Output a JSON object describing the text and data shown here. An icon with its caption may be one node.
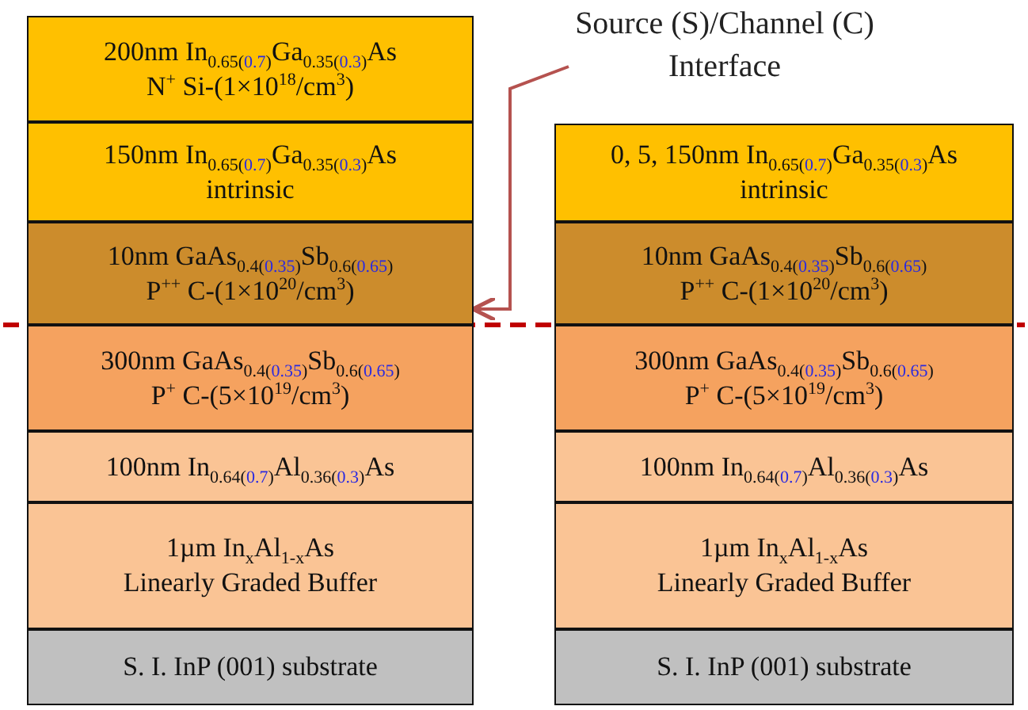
{
  "diagram": {
    "nodes": [
      {
        "text": [
          "200nm In$_{0.65(0.7)}$Ga$_{0.35(0.3)}$As",
          "N$^{+}$ Si-(1×10$^{18}$/cm$^{3}$)"
        ]
      },
      {
        "text": [
          "150nm In$_{0.65(0.7)}$Ga$_{0.35(0.3)}$As",
          "intrinsic"
        ]
      },
      {
        "text": [
          "10nm GaAs$_{0.4(0.35)}$Sb$_{0.6(0.65)}$",
          "P$^{++}$ C-(1×10$^{20}$/cm$^{3}$)"
        ]
      },
      {
        "text": [
          "300nm GaAs$_{0.4(0.35)}$Sb$_{0.6(0.65)}$",
          "P$^{+}$ C-(5×10$^{19}$/cm$^{3}$)"
        ]
      },
      {
        "text": [
          "100nm In$_{0.64(0.7)}$Al$_{0.36(0.3)}$As"
        ]
      },
      {
        "text": [
          "1µm In$_{x}$Al$_{1-x}$As",
          "Linearly Graded Buffer"
        ]
      },
      {
        "text": [
          "S. I. InP (001) substrate"
        ]
      },
      {
        "text": [
          "Source (S)/Channel (C) Interface"
        ]
      },
      {
        "text": [
          "0, 5, 150nm In$_{0.65(0.7)}$Ga$_{0.35(0.3)}$As",
          "intrinsic"
        ]
      },
      {
        "text": [
          "10nm GaAs$_{0.4(0.35)}$Sb$_{0.6(0.65)}$",
          "P$^{++}$ C-(1×10$^{20}$/cm$^{3}$)"
        ]
      },
      {
        "text": [
          "300nm GaAs$_{0.4(0.35)}$Sb$_{0.6(0.65)}$",
          "P$^{+}$ C-(5×10$^{19}$/cm$^{3}$)"
        ]
      },
      {
        "text": [
          "100nm In$_{0.64(0.7)}$Al$_{0.36(0.3)}$As"
        ]
      },
      {
        "text": [
          "1µm In$_{x}$Al$_{1-x}$As",
          "Linearly Graded Buffer"
        ]
      },
      {
        "text": [
          "S. I. InP (001) substrate"
        ]
      }
    ],
    "edges": [
      {
        "from": 7,
        "to": 2,
        "arrow": "to",
        "color": "#b5524f"
      }
    ]
  }
}
